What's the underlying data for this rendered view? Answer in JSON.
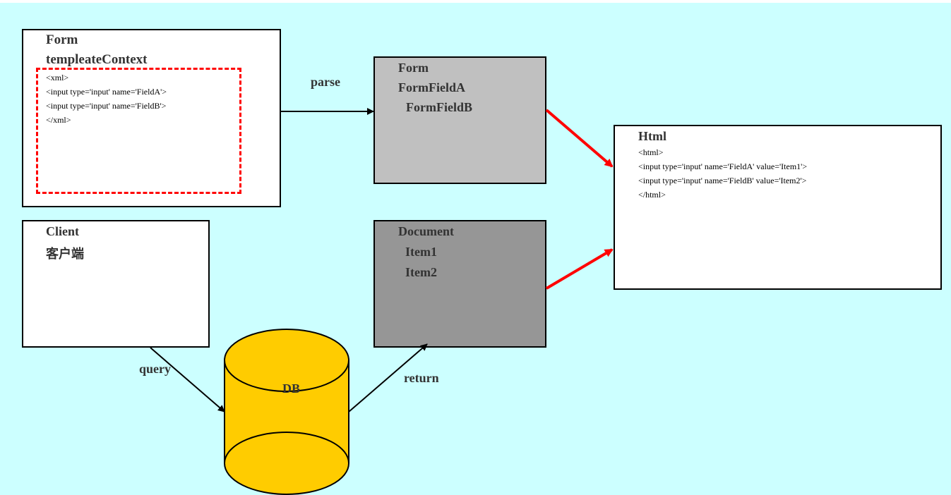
{
  "colors": {
    "background": "#ccffff",
    "form_parsed_fill": "#c0c0c0",
    "document_fill": "#969696",
    "db_fill": "#ffcc00",
    "red_arrow": "#ff0000",
    "dashed_border": "#ff0000"
  },
  "form_template": {
    "title": "Form",
    "subtitle": "templeateContext",
    "lines": [
      "<xml>",
      "<input type='input' name='FieldA'>",
      "<input type='input' name='FieldB'>",
      "</xml>"
    ]
  },
  "form_parsed": {
    "title": "Form",
    "field_a": "FormFieldA",
    "field_b": "FormFieldB"
  },
  "client": {
    "title": "Client",
    "subtitle": "客户端"
  },
  "document": {
    "title": "Document",
    "item1": "Item1",
    "item2": "Item2"
  },
  "html_output": {
    "title": "Html",
    "lines": [
      "<html>",
      "<input type='input' name='FieldA' value='Item1'>",
      "<input type='input' name='FieldB' value='Item2'>",
      "</html>"
    ]
  },
  "db": {
    "label": "DB"
  },
  "edges": {
    "parse": "parse",
    "query": "query",
    "return": "return"
  }
}
